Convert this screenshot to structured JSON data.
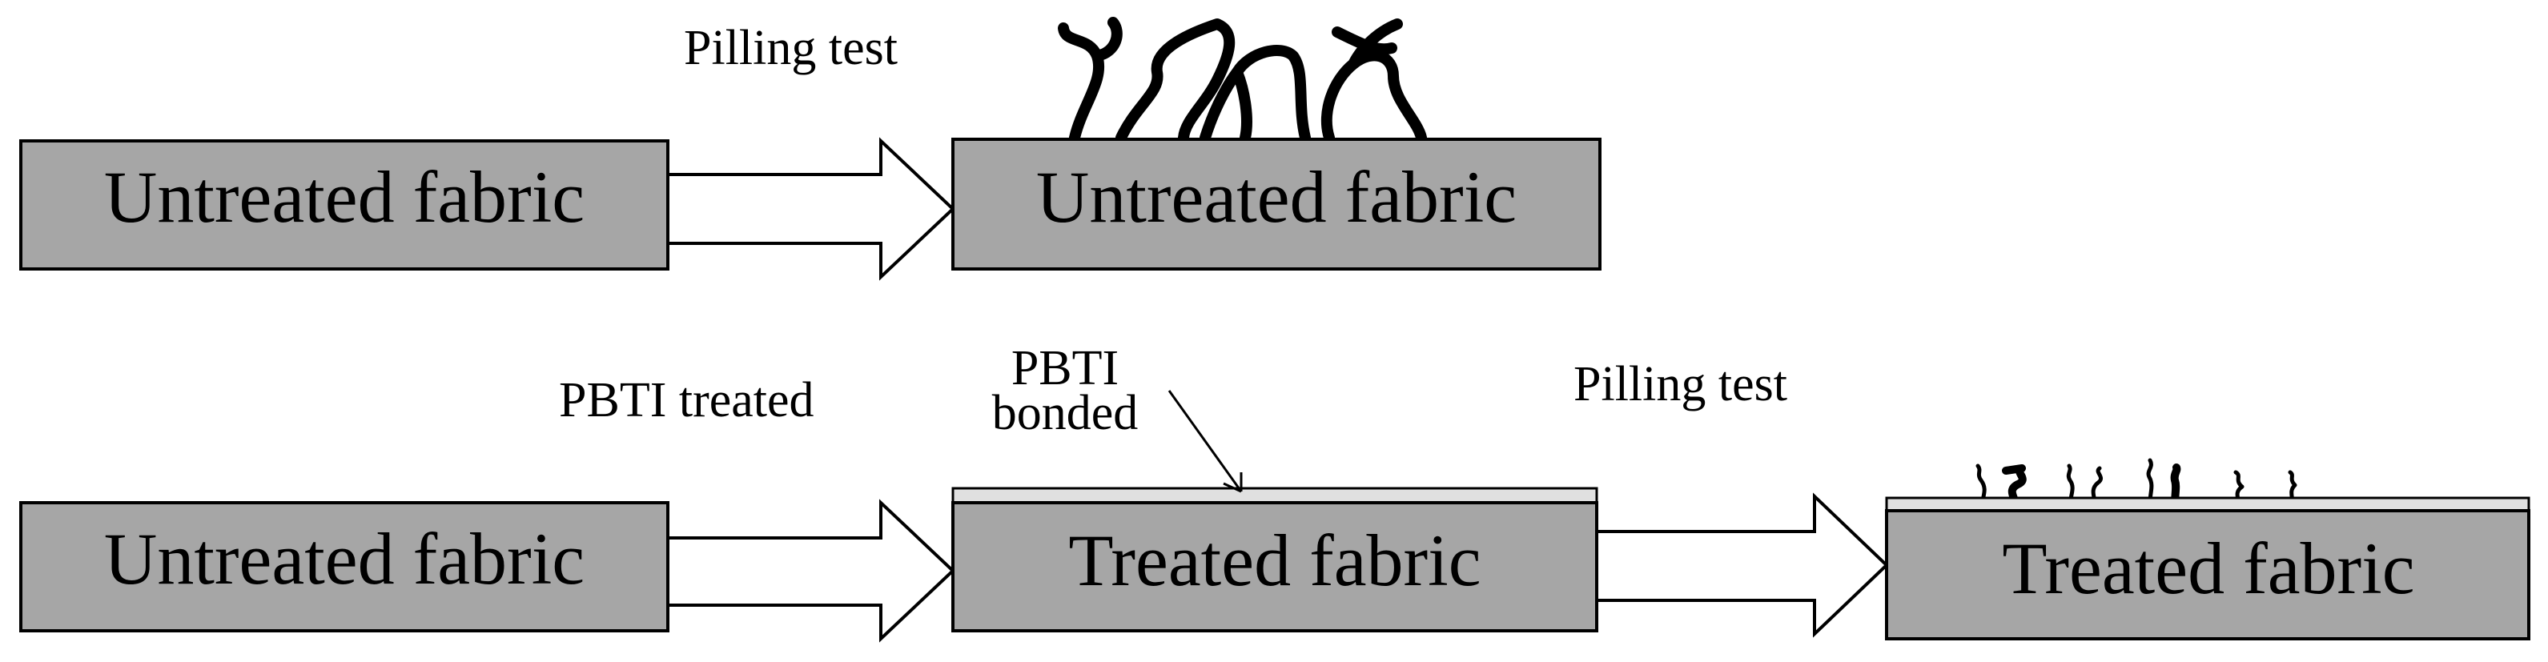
{
  "diagram": {
    "top_row": {
      "source_box": "Untreated fabric",
      "arrow_caption": "Pilling test",
      "result_box": "Untreated fabric"
    },
    "bottom_row": {
      "source_box": "Untreated fabric",
      "arrow1_caption": "PBTI treated",
      "coating_label_line1": "PBTI",
      "coating_label_line2": "bonded",
      "middle_box": "Treated fabric",
      "arrow2_caption": "Pilling test",
      "result_box": "Treated fabric"
    },
    "colors": {
      "fabric_fill": "#a6a6a6",
      "coating_fill": "#e0e0e0",
      "arrow_fill": "#ffffff",
      "outline": "#000000"
    }
  }
}
